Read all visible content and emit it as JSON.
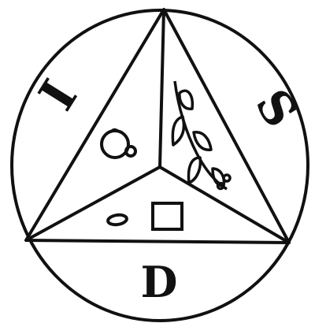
{
  "figure": {
    "ink_color": "#111111",
    "background": "#ffffff",
    "shape": "circle inscribing a triangle; lines from an inner point to the three vertices divide it into three regions",
    "segment_labels": {
      "left": "I",
      "right": "S",
      "bottom": "D"
    },
    "symbols": [
      {
        "region": "left-triangle",
        "icon": "round-fruit-icon"
      },
      {
        "region": "right-triangle",
        "icon": "leafy-branch-icon"
      },
      {
        "region": "bottom-triangle",
        "icon": "small-oval-icon"
      },
      {
        "region": "bottom-triangle",
        "icon": "square-icon"
      }
    ]
  }
}
